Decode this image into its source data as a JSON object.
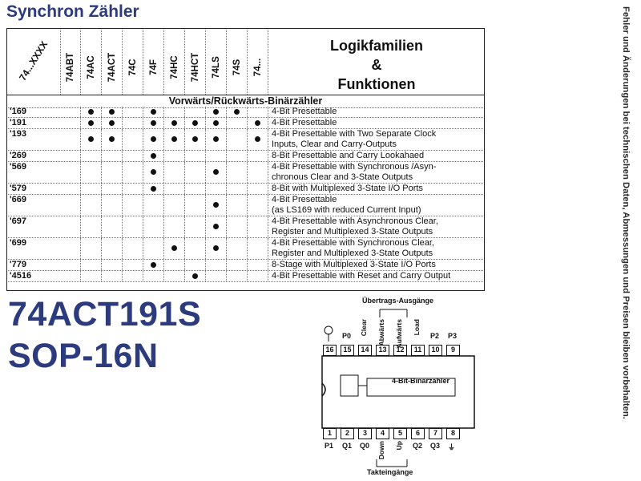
{
  "title": "Synchron Zähler",
  "side_note": "Fehler und Änderungen bei technischen Daten, Abmessungen und Preisen bleiben vorbehalten.",
  "table": {
    "corner_label": "74...XXXX",
    "families": [
      "74ABT",
      "74AC",
      "74ACT",
      "74C",
      "74F",
      "74HC",
      "74HCT",
      "74LS",
      "74S",
      "74..."
    ],
    "function_header": [
      "Logikfamilien",
      "&",
      "Funktionen"
    ],
    "section": "Vorwärts/Rückwärts-Binärzähler",
    "rows": [
      {
        "code": "'169",
        "dots": [
          0,
          1,
          1,
          0,
          1,
          0,
          0,
          1,
          1,
          0
        ],
        "desc": [
          "4-Bit Presettable"
        ]
      },
      {
        "code": "'191",
        "dots": [
          0,
          1,
          1,
          0,
          1,
          1,
          1,
          1,
          0,
          1
        ],
        "desc": [
          "4-Bit Presettable"
        ]
      },
      {
        "code": "'193",
        "dots": [
          0,
          1,
          1,
          0,
          1,
          1,
          1,
          1,
          0,
          1
        ],
        "desc": [
          "4-Bit Presettable with Two Separate Clock",
          "Inputs, Clear and Carry-Outputs"
        ]
      },
      {
        "code": "'269",
        "dots": [
          0,
          0,
          0,
          0,
          1,
          0,
          0,
          0,
          0,
          0
        ],
        "desc": [
          "8-Bit Presettable and Carry Lookahaed"
        ]
      },
      {
        "code": "'569",
        "dots": [
          0,
          0,
          0,
          0,
          1,
          0,
          0,
          1,
          0,
          0
        ],
        "desc": [
          "4-Bit Presettable with Synchronous /Asyn-",
          "chronous Clear and 3-State Outputs"
        ]
      },
      {
        "code": "'579",
        "dots": [
          0,
          0,
          0,
          0,
          1,
          0,
          0,
          0,
          0,
          0
        ],
        "desc": [
          "8-Bit with Multiplexed 3-State I/O Ports"
        ]
      },
      {
        "code": "'669",
        "dots": [
          0,
          0,
          0,
          0,
          0,
          0,
          0,
          1,
          0,
          0
        ],
        "desc": [
          "4-Bit Presettable",
          "(as LS169 with reduced Current Input)"
        ]
      },
      {
        "code": "'697",
        "dots": [
          0,
          0,
          0,
          0,
          0,
          0,
          0,
          1,
          0,
          0
        ],
        "desc": [
          "4-Bit Presettable with Asynchronous Clear,",
          "Register and Multiplexed 3-State Outputs"
        ]
      },
      {
        "code": "'699",
        "dots": [
          0,
          0,
          0,
          0,
          0,
          1,
          0,
          1,
          0,
          0
        ],
        "desc": [
          "4-Bit Presettable with Synchronous Clear,",
          "Register and Multiplexed 3-State Outputs"
        ]
      },
      {
        "code": "'779",
        "dots": [
          0,
          0,
          0,
          0,
          1,
          0,
          0,
          0,
          0,
          0
        ],
        "desc": [
          "8-Stage with Multiplexed 3-State I/O Ports"
        ]
      },
      {
        "code": "'4516",
        "dots": [
          0,
          0,
          0,
          0,
          0,
          0,
          1,
          0,
          0,
          0
        ],
        "desc": [
          "4-Bit Presettable with Reset and Carry Output"
        ]
      }
    ]
  },
  "part_number": "74ACT191S",
  "package": "SOP-16N",
  "pinout": {
    "top_caption": "Übertrags-Ausgänge",
    "bottom_caption": "Takteingänge",
    "chip_label": "4-Bit-Binärzähler",
    "top_pins": [
      "16",
      "15",
      "14",
      "13",
      "12",
      "11",
      "10",
      "9"
    ],
    "bottom_pins": [
      "1",
      "2",
      "3",
      "4",
      "5",
      "6",
      "7",
      "8"
    ],
    "top_labels": [
      "+",
      "P0",
      "Clear",
      "Abwärts",
      "Aufwärts",
      "Load",
      "P2",
      "P3"
    ],
    "bottom_labels": [
      "P1",
      "Q1",
      "Q0",
      "Down",
      "Up",
      "Q2",
      "Q3",
      "⏚"
    ],
    "accent_color": "#2c3a7e"
  }
}
